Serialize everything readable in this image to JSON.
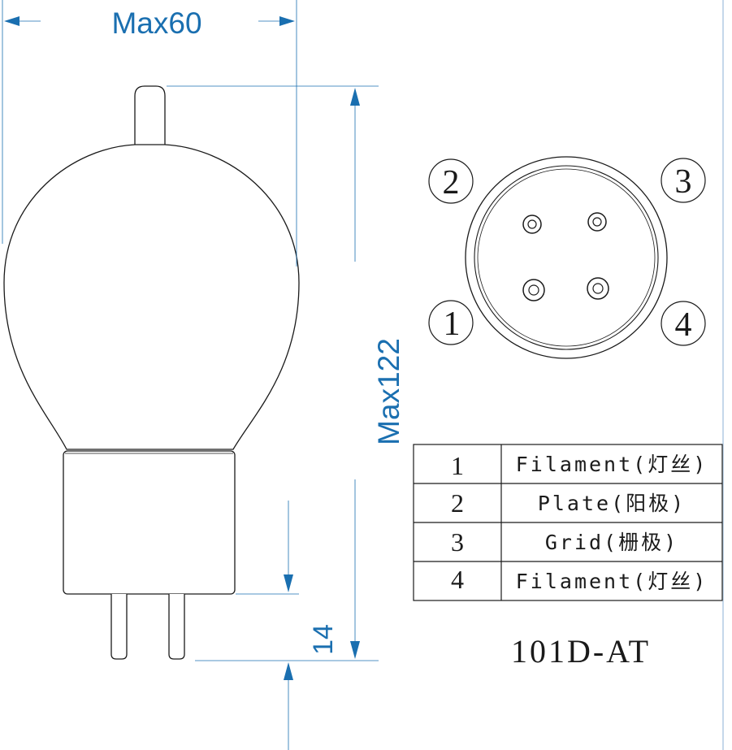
{
  "dimensions": {
    "width_label": "Max60",
    "height_label": "Max122",
    "pin_length_label": "14"
  },
  "pin_diagram": {
    "pins": [
      {
        "number": "1"
      },
      {
        "number": "2"
      },
      {
        "number": "3"
      },
      {
        "number": "4"
      }
    ]
  },
  "pin_table": {
    "rows": [
      {
        "number": "1",
        "function": "Filament(灯丝)"
      },
      {
        "number": "2",
        "function": "Plate(阳极)"
      },
      {
        "number": "3",
        "function": "Grid(栅极)"
      },
      {
        "number": "4",
        "function": "Filament(灯丝)"
      }
    ]
  },
  "model": "101D-AT",
  "colors": {
    "dimension": "#1a6fb0",
    "outline": "#1a1a1a",
    "right_rule": "#c5d8ea"
  }
}
